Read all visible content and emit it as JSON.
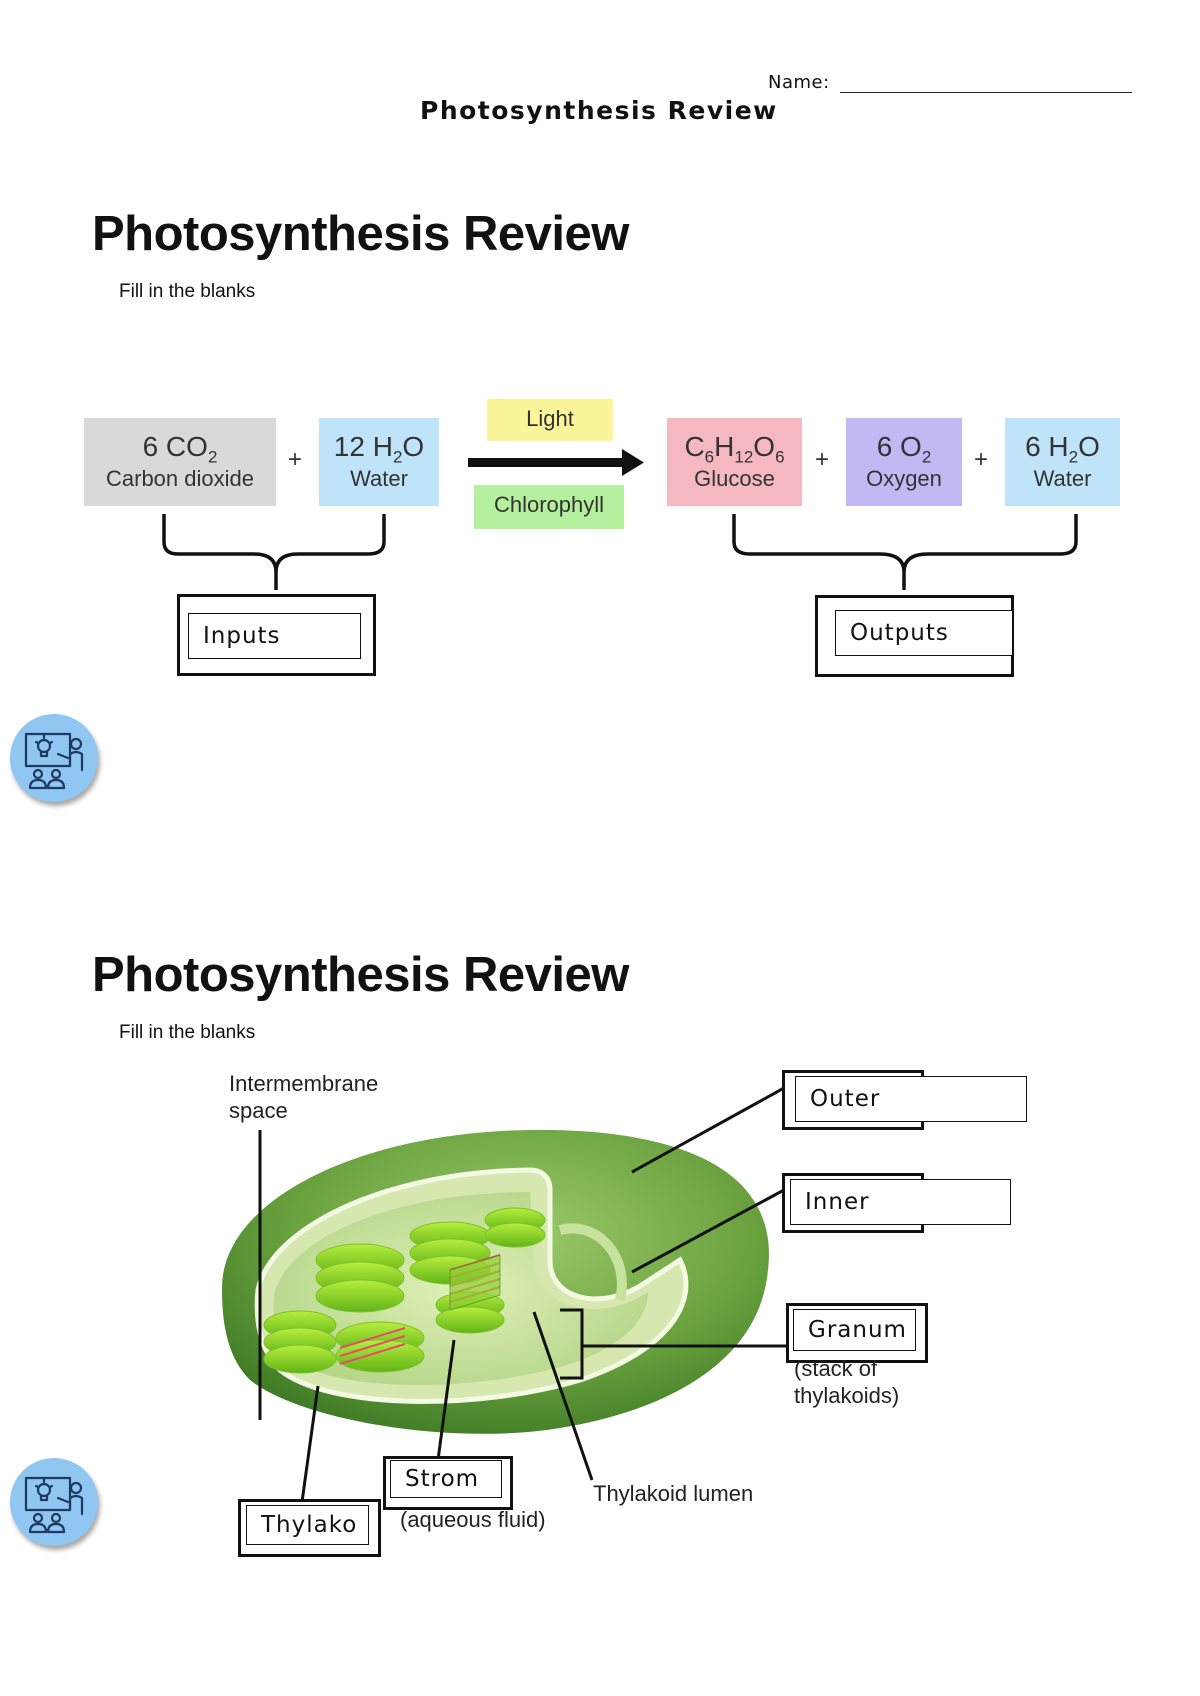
{
  "header": {
    "name_label": "Name:",
    "title": "Photosynthesis Review"
  },
  "slide1": {
    "title": "Photosynthesis Review",
    "subtitle": "Fill in the blanks",
    "reactants": [
      {
        "formula_main": "6 CO",
        "formula_sub": "2",
        "name": "Carbon dioxide",
        "color": "#d9d9d9"
      },
      {
        "formula_main": "12 H",
        "formula_sub": "2",
        "formula_tail": "O",
        "name": "Water",
        "color": "#bfe3f8"
      }
    ],
    "products": [
      {
        "name": "Glucose",
        "color": "#f5b8c0"
      },
      {
        "formula_main": "6 O",
        "formula_sub": "2",
        "name": "Oxygen",
        "color": "#c4b8f4"
      },
      {
        "formula_main": "6 H",
        "formula_sub": "2",
        "formula_tail": "O",
        "name": "Water",
        "color": "#bfe3f8"
      }
    ],
    "glucose": {
      "c": "C",
      "c_sub": "6",
      "h": "H",
      "h_sub": "12",
      "o": "O",
      "o_sub": "6"
    },
    "plus": "+",
    "conditions": {
      "top": "Light",
      "bottom": "Chlorophyll",
      "top_color": "#fbf59a",
      "bottom_color": "#b5f09e"
    },
    "inputs_label": "Inputs",
    "outputs_label": "Outputs"
  },
  "slide2": {
    "title": "Photosynthesis Review",
    "subtitle": "Fill in the blanks",
    "labels": {
      "intermembrane_1": "Intermembrane",
      "intermembrane_2": "space",
      "outer": "Outer",
      "inner": "Inner",
      "granum": "Granum",
      "granum_note_1": "(stack of",
      "granum_note_2": "thylakoids)",
      "stroma": "Strom",
      "stroma_note": "(aqueous fluid)",
      "thylakoid": "Thylako",
      "lumen": "Thylakoid lumen"
    }
  },
  "icons": {
    "teacher": "teacher-presentation-icon",
    "badge_color": "#8fc6f2"
  }
}
